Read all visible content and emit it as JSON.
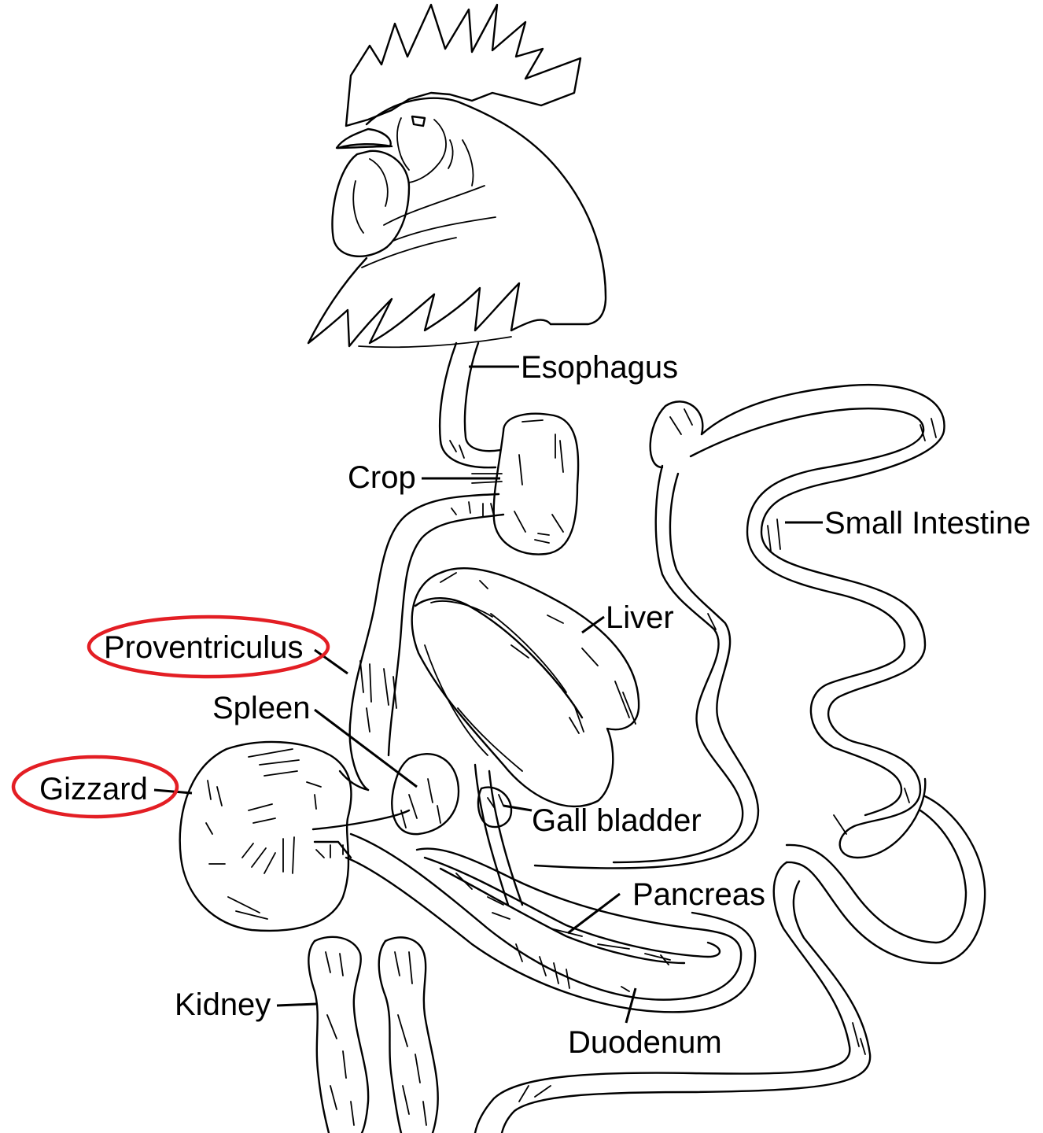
{
  "labels": {
    "esophagus": "Esophagus",
    "crop": "Crop",
    "small_intestine": "Small Intestine",
    "liver": "Liver",
    "proventriculus": "Proventriculus",
    "spleen": "Spleen",
    "gizzard": "Gizzard",
    "gall_bladder": "Gall bladder",
    "pancreas": "Pancreas",
    "kidney": "Kidney",
    "duodenum": "Duodenum"
  },
  "highlighted": [
    "proventriculus",
    "gizzard"
  ],
  "colors": {
    "line": "#000000",
    "highlight": "#e31e24",
    "background": "#ffffff"
  }
}
